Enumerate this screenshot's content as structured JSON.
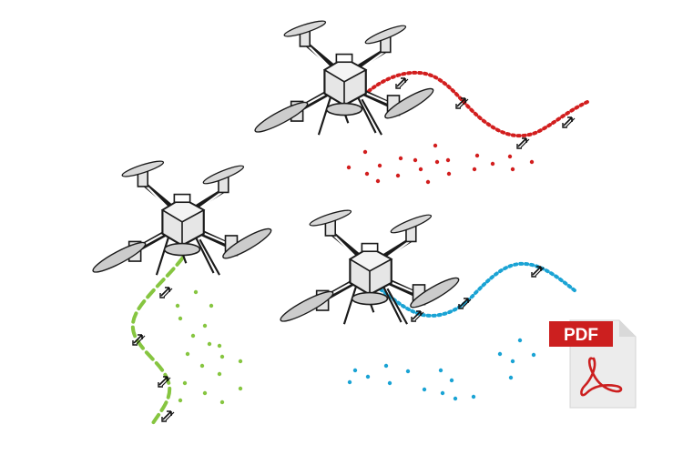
{
  "pdf_badge": {
    "label": "PDF",
    "color": "#cc1f1f"
  },
  "drones": [
    {
      "name": "drone-top",
      "trail_color": "#d21e1e",
      "trail_style": "dotted"
    },
    {
      "name": "drone-left",
      "trail_color": "#86c540",
      "trail_style": "dashed"
    },
    {
      "name": "drone-bottom",
      "trail_color": "#1aa3d4",
      "trail_style": "dotted"
    }
  ],
  "colors": {
    "red": "#d21e1e",
    "green": "#86c540",
    "blue": "#1aa3d4",
    "drone_body": "#e6e6e6",
    "drone_outline": "#1a1a1a"
  },
  "icons": [
    "drone-icon",
    "waypoint-arrow-icon",
    "pdf-file-icon",
    "acrobat-logo-icon"
  ]
}
